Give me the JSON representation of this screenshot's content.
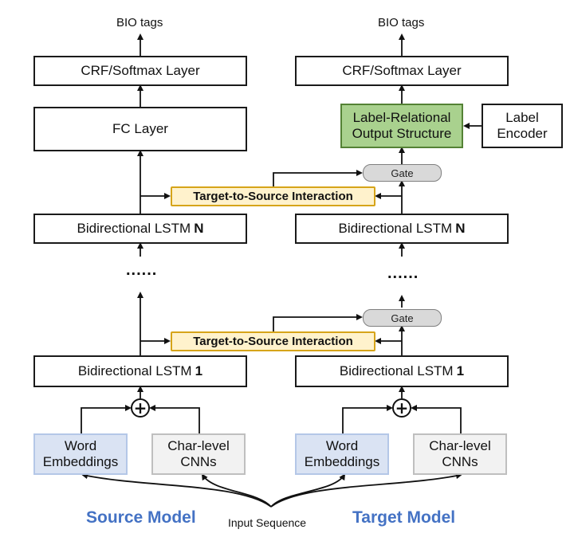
{
  "source": {
    "output_label": "BIO tags",
    "crf_layer": "CRF/Softmax Layer",
    "fc_layer": "FC Layer",
    "lstm_n": {
      "text": "Bidirectional LSTM",
      "index": "N"
    },
    "dots": "......",
    "lstm_1": {
      "text": "Bidirectional LSTM",
      "index": "1"
    },
    "word_embeddings": {
      "line1": "Word",
      "line2": "Embeddings"
    },
    "char_cnns": {
      "line1": "Char-level",
      "line2": "CNNs"
    },
    "title": "Source Model"
  },
  "target": {
    "output_label": "BIO tags",
    "crf_layer": "CRF/Softmax Layer",
    "label_relational": {
      "line1": "Label-Relational",
      "line2": "Output Structure"
    },
    "label_encoder": {
      "line1": "Label",
      "line2": "Encoder"
    },
    "gate_top": "Gate",
    "lstm_n": {
      "text": "Bidirectional LSTM",
      "index": "N"
    },
    "dots": "......",
    "gate_bottom": "Gate",
    "lstm_1": {
      "text": "Bidirectional LSTM",
      "index": "1"
    },
    "word_embeddings": {
      "line1": "Word",
      "line2": "Embeddings"
    },
    "char_cnns": {
      "line1": "Char-level",
      "line2": "CNNs"
    },
    "title": "Target Model"
  },
  "interaction_top": "Target-to-Source Interaction",
  "interaction_bottom": "Target-to-Source Interaction",
  "plus_symbol": "+",
  "input_label": "Input Sequence",
  "colors": {
    "model_title": "#4472c4",
    "label_relational_fill": "#a9d18e",
    "interaction_fill": "#fff2cc",
    "interaction_border": "#d6a419",
    "word_embeddings_fill": "#dae3f3",
    "char_cnns_fill": "#f2f2f2",
    "gate_fill": "#d9d9d9"
  }
}
